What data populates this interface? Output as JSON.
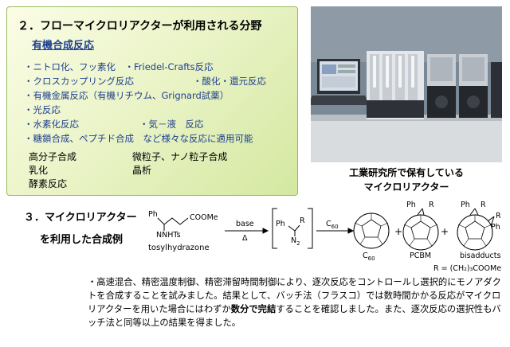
{
  "section2": {
    "title": "２．フローマイクロリアクターが利用される分野",
    "subtitle": "有機合成反応",
    "items": [
      "・ニトロ化、フッ素化　・Friedel-Crafts反応",
      "・クロスカップリング反応",
      "・酸化・還元反応",
      "・有機金属反応（有機リチウム、Grignard試薬）",
      "・光反応",
      "・水素化反応",
      "・気－液　反応",
      "・糖鎖合成、ペプチド合成　など様々な反応に適用可能"
    ],
    "misc": [
      "高分子合成",
      "微粒子、ナノ粒子合成",
      "乳化",
      "晶析",
      "酵素反応"
    ]
  },
  "photo_caption": [
    "工業研究所で保有している",
    "マイクロリアクター"
  ],
  "section3": {
    "title_line1": "３．マイクロリアクター",
    "title_line2": "を利用した合成例"
  },
  "scheme": {
    "sm_ph": "Ph",
    "sm_ester": "COOMe",
    "sm_nhnhts": "NNHTs",
    "sm_name": "tosylhydrazone",
    "reagent_top": "base",
    "reagent_bottom": "Δ",
    "int_ph": "Ph",
    "int_r": "R",
    "int_n2": "N",
    "int_n2_sub": "2",
    "c60_reagent": "C",
    "c60_reagent_sub": "60",
    "c60_label": "C",
    "c60_label_sub": "60",
    "plus1": "+",
    "plus2": "+",
    "pcbm_ph": "Ph",
    "pcbm_r": "R",
    "pcbm_label": "PCBM",
    "bis_ph": "Ph",
    "bis_r1": "R",
    "bis_r2": "R",
    "bis_ph2": "Ph",
    "bis_label": "bisadducts",
    "r_def": "R = (CH₂)₃COOMe"
  },
  "body": {
    "part1": "・高速混合、精密温度制御、精密滞留時間制御により、逐次反応をコントロールし選択的にモノアダクトを合成することを試みました。結果として、バッチ法（フラスコ）では数時間かかる反応がマイクロリアクターを用いた場合にはわずか",
    "bold": "数分で完結",
    "part2": "することを確認しました。また、逐次反応の選択性もバッチ法と同等以上の結果を得ました。"
  }
}
